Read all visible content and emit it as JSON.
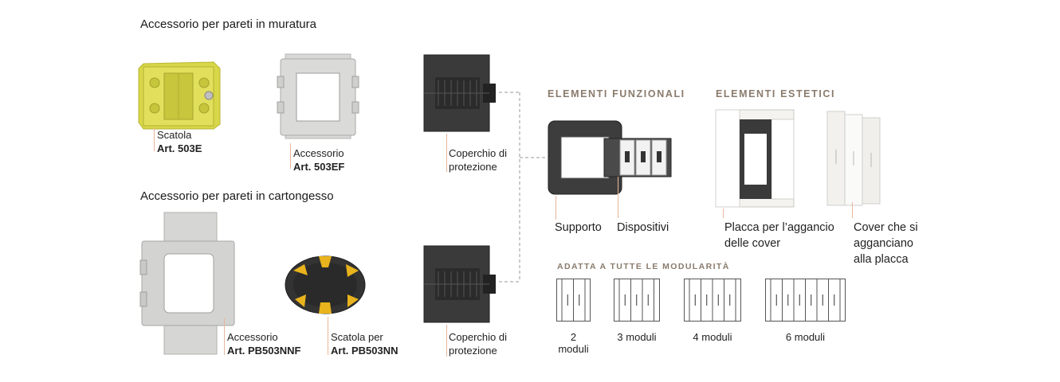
{
  "masonry": {
    "title": "Accessorio per pareti in muratura",
    "box": {
      "name": "Scatola",
      "code": "Art. 503E"
    },
    "frame": {
      "name": "Accessorio",
      "code": "Art. 503EF"
    },
    "cover": {
      "line1": "Coperchio di",
      "line2": "protezione"
    }
  },
  "drywall": {
    "title": "Accessorio per pareti in cartongesso",
    "frame": {
      "name": "Accessorio",
      "code": "Art. PB503NNF"
    },
    "box": {
      "name": "Scatola per",
      "code": "Art. PB503NN"
    },
    "cover": {
      "line1": "Coperchio di",
      "line2": "protezione"
    }
  },
  "functional": {
    "heading": "ELEMENTI FUNZIONALI",
    "support": "Supporto",
    "devices": "Dispositivi"
  },
  "aesthetic": {
    "heading": "ELEMENTI ESTETICI",
    "plate": {
      "line1": "Placca per l’aggancio",
      "line2": "delle cover"
    },
    "covers": {
      "line1": "Cover che si",
      "line2": "agganciano",
      "line3": "alla placca"
    }
  },
  "modularity": {
    "heading": "ADATTA A TUTTE LE MODULARITÀ",
    "items": [
      {
        "label": "2 moduli",
        "modules": 2
      },
      {
        "label": "3 moduli",
        "modules": 3
      },
      {
        "label": "4 moduli",
        "modules": 4
      },
      {
        "label": "6 moduli",
        "modules": 6
      }
    ]
  },
  "colors": {
    "accent_line": "#e8b79a",
    "heading_brown": "#8a7b6c",
    "box_yellow": "#d9d84a",
    "frame_grey": "#d4d4d2",
    "cover_dark": "#3c3c3c"
  }
}
